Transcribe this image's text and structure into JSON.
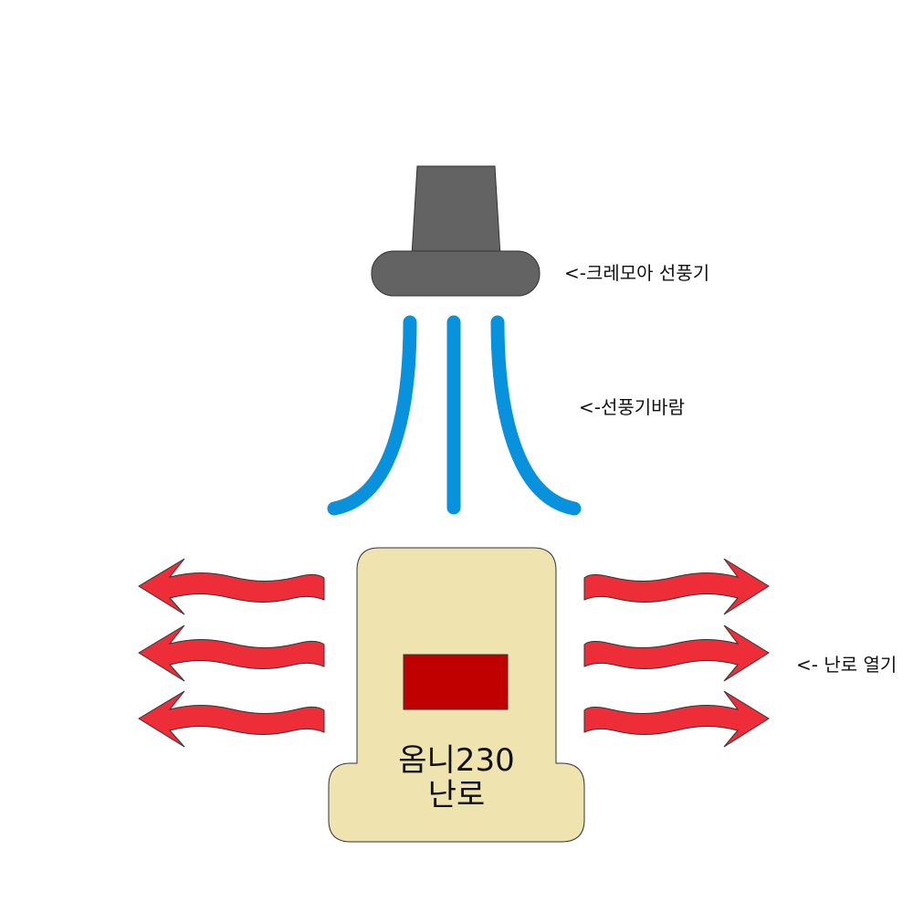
{
  "labels": {
    "fan": "<-크레모아 선풍기",
    "wind": "<-선풍기바람",
    "heat": "<- 난로 열기"
  },
  "heater": {
    "name_line1": "옴니230",
    "name_line2": "난로"
  },
  "colors": {
    "fan_body": "#636363",
    "wind": "#0891dc",
    "heater_body": "#efe4b0",
    "heater_window": "#c00000",
    "heat_arrow": "#ed2d38"
  },
  "heat_arrows": {
    "left_count": 3,
    "right_count": 3
  }
}
